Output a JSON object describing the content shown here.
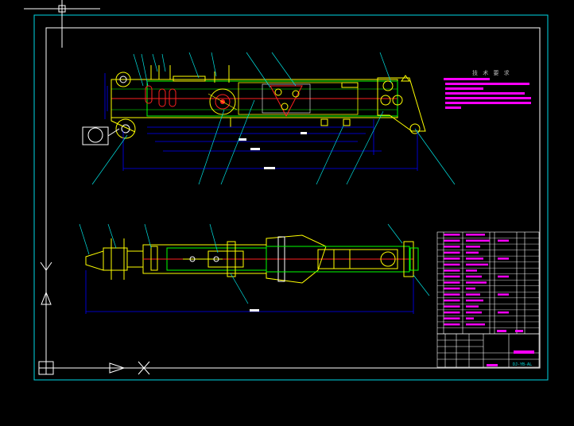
{
  "app": "CAD drawing viewer",
  "drawing": {
    "notes_title": "技 术 要 求",
    "drawing_number": "DJ-YB-AL",
    "colors": {
      "background": "#000000",
      "frame": "#00d7e6",
      "geometry_main": "#ffff00",
      "geometry_alt": "#00ff00",
      "dimension": "#0000ff",
      "leader": "#00e0e0",
      "highlight": "#ff00ff",
      "hatch": "#ff2020",
      "white": "#ffffff"
    }
  },
  "ui": {
    "ucs_label_y": "Y",
    "ucs_label_x": "X",
    "crosshair": "cursor"
  }
}
